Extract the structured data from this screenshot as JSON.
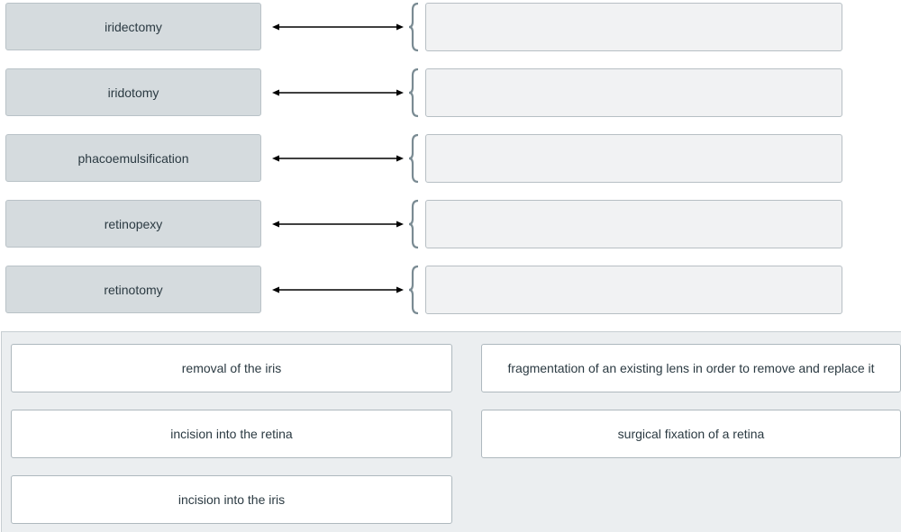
{
  "terms": [
    {
      "label": "iridectomy"
    },
    {
      "label": "iridotomy"
    },
    {
      "label": "phacoemulsification"
    },
    {
      "label": "retinopexy"
    },
    {
      "label": "retinotomy"
    }
  ],
  "answer_bank": {
    "cards": [
      {
        "label": "removal of the iris"
      },
      {
        "label": "fragmentation of an existing lens in order to remove and replace it"
      },
      {
        "label": "incision into the retina"
      },
      {
        "label": "surgical fixation of a retina"
      },
      {
        "label": "incision into the iris"
      }
    ]
  },
  "colors": {
    "term_bg": "#d5dbde",
    "dropzone_bg": "#f1f2f3",
    "bank_bg": "#ebeef0",
    "card_bg": "#ffffff",
    "brace": "#7a8b93",
    "arrow": "#000000"
  },
  "icons": {
    "arrow": "double-headed-arrow-icon",
    "brace": "curly-brace-icon"
  }
}
